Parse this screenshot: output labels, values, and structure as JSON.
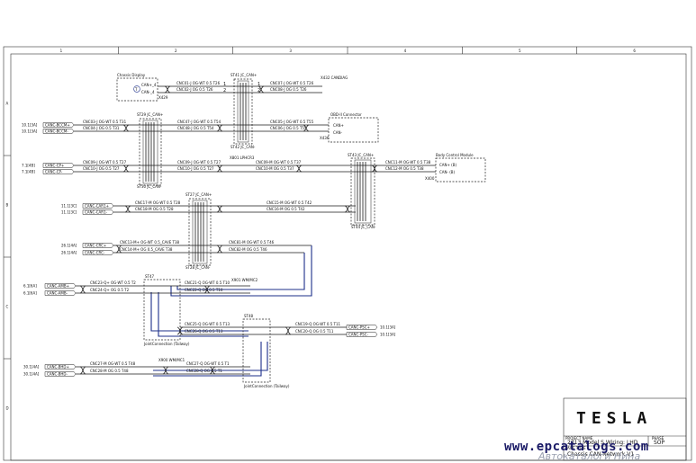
{
  "border": {
    "columns": [
      "1",
      "2",
      "3",
      "4",
      "5",
      "6"
    ],
    "rows": [
      "A",
      "B",
      "C",
      "D"
    ]
  },
  "components": {
    "chassis_display": {
      "title": "Chassis Display",
      "pins": [
        "CAN+_4",
        "CAN-_4"
      ],
      "ref": "X429"
    },
    "obd": {
      "title": "OBD-II Connector",
      "pins": [
        "CAN+",
        "CAN-"
      ],
      "ref": "X436"
    },
    "body_control": {
      "title": "Body Control Module",
      "pins": [
        "CAN+ (B)",
        "CAN- (B)"
      ],
      "ref": "X400"
    },
    "junction_st27": {
      "title": "ST27  JC_CAN+",
      "bottom": "ST28  JC_CAN-"
    },
    "junction_st29": {
      "title": "ST29  JC_CAN+",
      "bottom": "ST30  JC_CAN-"
    },
    "junction_st41": {
      "title": "ST41  JC_CAN+",
      "bottom": "ST42  JC_CAN-"
    },
    "junction_st43": {
      "title": "ST43  JC_CAN+",
      "bottom": "ST44  JC_CAN-"
    },
    "st47": {
      "title": "ST47",
      "caption": "JointConnection (Tailway)"
    },
    "st48": {
      "title": "ST48",
      "caption": "JointConnection (Tailway)"
    },
    "splice_x901": {
      "title": "X901 WM/MC2"
    },
    "splice_x900": {
      "title": "X900 WM/MC1"
    },
    "splice_x801": {
      "title": "X801 LPHCR3"
    },
    "x432": {
      "title": "X432 CANDIAG"
    }
  },
  "left_signals": [
    {
      "ref": "10.1[3A]",
      "label": "CANC-BCCM+"
    },
    {
      "ref": "10.1[3A]",
      "label": "CANC-BCCM-"
    },
    {
      "ref": "7.1[4B]",
      "label": "CANC-CP+"
    },
    {
      "ref": "7.1[4B]",
      "label": "CANC-CP-"
    },
    {
      "ref": "11.1[3C]",
      "label": "CANC-CAR1+"
    },
    {
      "ref": "11.1[3C]",
      "label": "CANC-CAR1-"
    },
    {
      "ref": "26.1[4A]",
      "label": "CANC-CRC+"
    },
    {
      "ref": "26.1[4A]",
      "label": "CANC-CRC-"
    },
    {
      "ref": "6.1[6A]",
      "label": "CANC-AMB+"
    },
    {
      "ref": "6.1[6A]",
      "label": "CANC-AMB-"
    },
    {
      "ref": "30.1[4A]",
      "label": "CANC-BHD+"
    },
    {
      "ref": "30.1[4A]",
      "label": "CANC-BHD-"
    }
  ],
  "right_signals": [
    {
      "ref": "10.1[3A]",
      "label": "CANC-PSC+"
    },
    {
      "ref": "10.1[3A]",
      "label": "CANC-PSC-"
    }
  ],
  "wires": {
    "w1": "CNC01-J OG-WT 0.5 T26",
    "w2": "CNC02-J OG 0.5 T26",
    "w3": "CNC07-J OG-WT 0.5 T26",
    "w4": "CNC08-J OG 0.5 T26",
    "w5": "CNC03-J OG-WT 0.5 T31",
    "w6": "CNC04-J OG 0.5 T31",
    "w7": "CNC47-J OG-WT 0.5 T54",
    "w8": "CNC48-J OG 0.5 T54",
    "w9": "CNC05-J OG-WT 0.5 T55",
    "w10": "CNC06-J OG 0.5 T55",
    "w11": "CNC09-J OG-WT 0.5 T27",
    "w12": "CNC10-J OG 0.5 T27",
    "w13": "CNC09-J OG-WT 0.5 T27",
    "w14": "CNC10-J OG 0.5 T27",
    "w15": "CNC09-M OG-WT 0.5 T37",
    "w16": "CNC10-M OG 0.5 T37",
    "w17": "CNC11-M OG-WT 0.5 T38",
    "w18": "CNC12-M OG 0.5 T38",
    "w19": "CNC17-M OG-WT 0.5 T28",
    "w20": "CNC18-M OG 0.5 T28",
    "w21": "CNC15-M OG-WT 0.5 T42",
    "w22": "CNC16-M OG 0.5 T42",
    "w23": "CNC13-M+ OG-WT 0.5_CAVE T38",
    "w24": "CNC14-M+ OG 0.5_CAVE T38",
    "w25": "CNC81-M OG-WT 0.5 T46",
    "w26": "CNC82-M OG 0.5 T46",
    "w27": "CNC23-Q+ OG-WT 0.5 T2",
    "w28": "CNC24-Q+ OG 0.5 T2",
    "w29": "CNC21-Q OG-WT 0.5 T10",
    "w30": "CNC22-Q OG 0.5 T10",
    "w31": "CNC25-Q OG-WT 0.5 T13",
    "w32": "CNC26-Q OG 0.5 T13",
    "w33": "CNC19-Q OG-WT 0.5 T11",
    "w34": "CNC20-Q OG 0.5 T11",
    "w35": "CNC27-M OG-WT 0.5 T48",
    "w36": "CNC28-M OG 0.5 T48",
    "w37": "CNC27-Q OG-WT 0.5 T1",
    "w38": "CNC28-Q OG 0.5 T1"
  },
  "title_block": {
    "brand": "TESLA",
    "project_label": "PROJECT NAME",
    "project": "2013 Model S Wiring: LHD",
    "phase_label": "PHASE",
    "phase": "SOP",
    "sheet_label": "PAGE TITLE",
    "sheet": "Chassis CAN Network V1"
  },
  "watermark": {
    "text": "www.epcatalogs.com",
    "sub": "Автокаталоги Нина"
  },
  "colors": {
    "wire": "#1a1a1a",
    "loop": "#1c2f8a",
    "frame": "#333333"
  }
}
